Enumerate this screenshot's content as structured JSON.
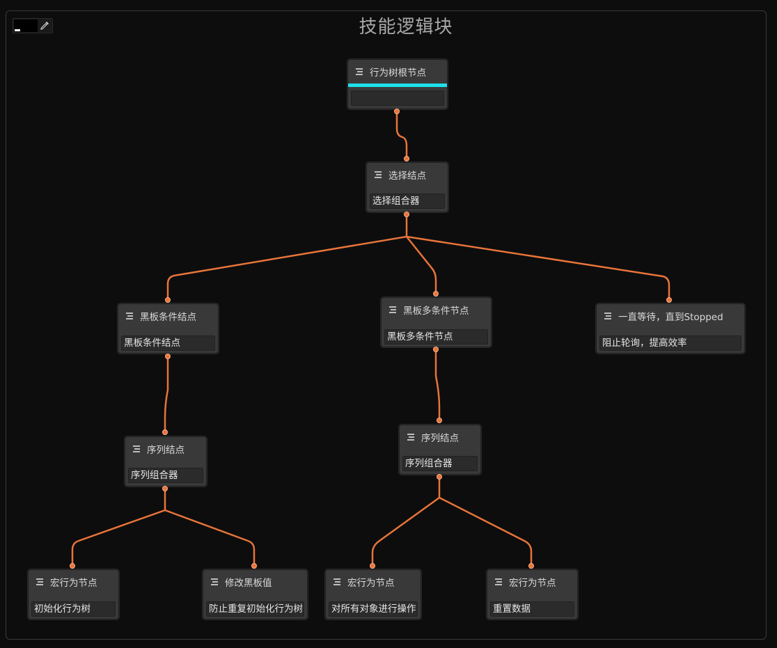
{
  "window": {
    "title": "技能逻辑块"
  },
  "colors": {
    "edge": "#E8743A",
    "root_accent": "#1EE0EA",
    "node_bg": "#393939",
    "background": "#0D0D0D"
  },
  "icons": {
    "node_type": "list-lines-icon",
    "color_picker": "eyedropper-icon"
  },
  "nodes": {
    "root": {
      "title": "行为树根节点",
      "field": ""
    },
    "selector": {
      "title": "选择结点",
      "field": "选择组合器"
    },
    "bb_cond": {
      "title": "黑板条件结点",
      "field": "黑板条件结点"
    },
    "bb_multi": {
      "title": "黑板多条件节点",
      "field": "黑板多条件节点"
    },
    "wait": {
      "title": "一直等待，直到Stopped",
      "field": "阻止轮询，提高效率"
    },
    "seq_left": {
      "title": "序列结点",
      "field": "序列组合器"
    },
    "seq_right": {
      "title": "序列结点",
      "field": "序列组合器"
    },
    "macro_init": {
      "title": "宏行为节点",
      "field": "初始化行为树"
    },
    "modify_bb": {
      "title": "修改黑板值",
      "field": "防止重复初始化行为树"
    },
    "macro_all": {
      "title": "宏行为节点",
      "field": "对所有对象进行操作"
    },
    "macro_reset": {
      "title": "宏行为节点",
      "field": "重置数据"
    }
  }
}
